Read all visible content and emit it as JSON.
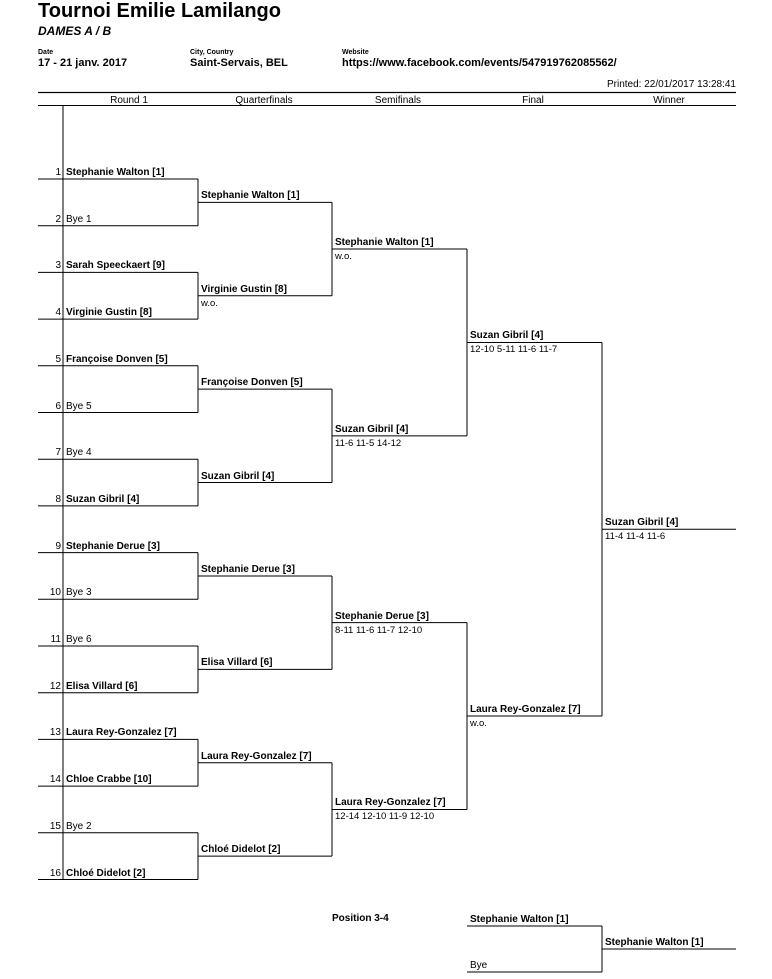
{
  "title": "Tournoi Emilie Lamilango",
  "subtitle": "DAMES A / B",
  "meta": {
    "date_label": "Date",
    "date_value": "17 - 21 janv. 2017",
    "city_label": "City, Country",
    "city_value": "Saint-Servais, BEL",
    "website_label": "Website",
    "website_value": "https://www.facebook.com/events/547919762085562/"
  },
  "printed": "Printed: 22/01/2017 13:28:41",
  "rounds": [
    "Round 1",
    "Quarterfinals",
    "Semifinals",
    "Final",
    "Winner"
  ],
  "round1": [
    {
      "num": "1",
      "name": "Stephanie Walton [1]",
      "bold": true
    },
    {
      "num": "2",
      "name": "Bye 1",
      "bold": false
    },
    {
      "num": "3",
      "name": "Sarah Speeckaert [9]",
      "bold": true
    },
    {
      "num": "4",
      "name": "Virginie Gustin [8]",
      "bold": true
    },
    {
      "num": "5",
      "name": "Françoise Donven [5]",
      "bold": true
    },
    {
      "num": "6",
      "name": "Bye 5",
      "bold": false
    },
    {
      "num": "7",
      "name": "Bye 4",
      "bold": false
    },
    {
      "num": "8",
      "name": "Suzan Gibril [4]",
      "bold": true
    },
    {
      "num": "9",
      "name": "Stephanie Derue [3]",
      "bold": true
    },
    {
      "num": "10",
      "name": "Bye 3",
      "bold": false
    },
    {
      "num": "11",
      "name": "Bye 6",
      "bold": false
    },
    {
      "num": "12",
      "name": "Elisa Villard [6]",
      "bold": true
    },
    {
      "num": "13",
      "name": "Laura Rey-Gonzalez [7]",
      "bold": true
    },
    {
      "num": "14",
      "name": "Chloe Crabbe [10]",
      "bold": true
    },
    {
      "num": "15",
      "name": "Bye 2",
      "bold": false
    },
    {
      "num": "16",
      "name": "Chloé Didelot [2]",
      "bold": true
    }
  ],
  "quarterfinals": [
    {
      "name": "Stephanie Walton [1]",
      "score": ""
    },
    {
      "name": "Virginie Gustin [8]",
      "score": "w.o."
    },
    {
      "name": "Françoise Donven [5]",
      "score": ""
    },
    {
      "name": "Suzan Gibril [4]",
      "score": ""
    },
    {
      "name": "Stephanie Derue [3]",
      "score": ""
    },
    {
      "name": "Elisa Villard [6]",
      "score": ""
    },
    {
      "name": "Laura Rey-Gonzalez [7]",
      "score": ""
    },
    {
      "name": "Chloé Didelot [2]",
      "score": ""
    }
  ],
  "semifinals": [
    {
      "name": "Stephanie Walton [1]",
      "score": "w.o."
    },
    {
      "name": "Suzan Gibril [4]",
      "score": "11-6 11-5 14-12"
    },
    {
      "name": "Stephanie Derue [3]",
      "score": "8-11 11-6 11-7 12-10"
    },
    {
      "name": "Laura Rey-Gonzalez [7]",
      "score": "12-14 12-10 11-9 12-10"
    }
  ],
  "final": [
    {
      "name": "Suzan Gibril [4]",
      "score": "12-10 5-11 11-6 11-7"
    },
    {
      "name": "Laura Rey-Gonzalez [7]",
      "score": "w.o."
    }
  ],
  "winner": {
    "name": "Suzan Gibril [4]",
    "score": "11-4 11-4 11-6"
  },
  "position34": {
    "label": "Position 3-4",
    "player1": "Stephanie Walton [1]",
    "player2": "Bye",
    "winner": "Stephanie Walton [1]"
  }
}
